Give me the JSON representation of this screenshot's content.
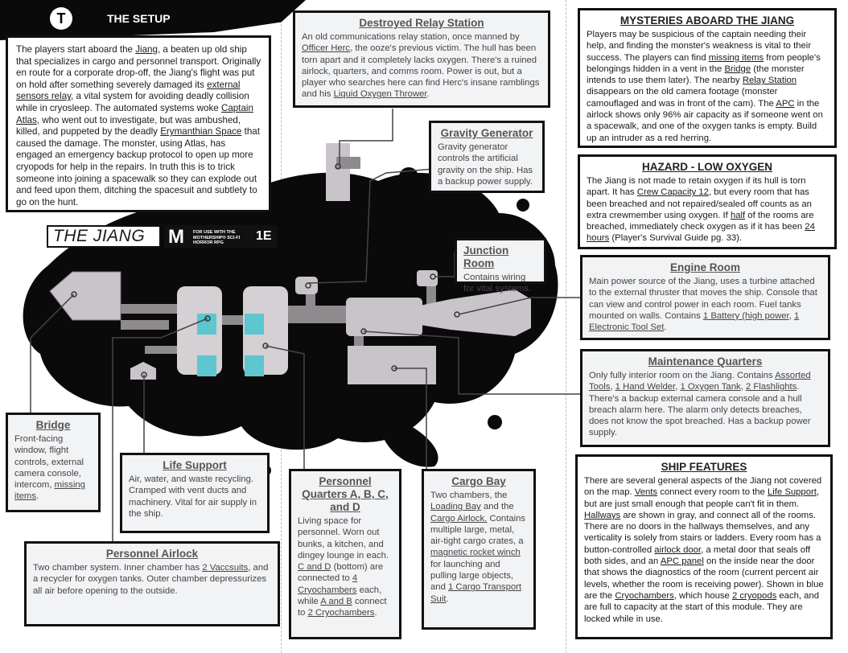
{
  "setup": {
    "logo_glyph": "T",
    "heading": "THE SETUP",
    "paragraph": [
      {
        "t": "The players start aboard the "
      },
      {
        "t": "Jiang",
        "u": true
      },
      {
        "t": ", a beaten up old ship that specializes in cargo and personnel transport. Originally en route for a corporate drop-off, the Jiang's flight was put on hold after something severely damaged its "
      },
      {
        "t": "external sensors relay",
        "u": true
      },
      {
        "t": ", a vital system for avoiding deadly collision while in cryosleep. The automated systems woke "
      },
      {
        "t": "Captain Atlas",
        "u": true
      },
      {
        "t": ", who went out to investigate, but was ambushed, killed, and puppeted by the deadly "
      },
      {
        "t": "Erymanthian Space",
        "u": true
      },
      {
        "t": " that caused the damage. The monster, using Atlas, has engaged an emergency backup protocol to open up more cryopods for help in the repairs. In truth this is to trick someone into joining a spacewalk so they can explode out and feed upon them, ditching the spacesuit and subtlety to go on the hunt."
      }
    ]
  },
  "map": {
    "ship_name": "THE JIANG",
    "badge_letter": "M",
    "badge_text": "FOR USE WITH THE MOTHERSHIP® SCI-FI HORROR RPG",
    "badge_edition": "1E"
  },
  "relay": {
    "title": "Destroyed Relay Station",
    "paragraph": [
      {
        "t": "An old communications relay station, once manned by "
      },
      {
        "t": "Officer Herc",
        "u": true
      },
      {
        "t": ", the ooze's previous victim. The hull has been torn apart and it completely lacks oxygen. There's a ruined airlock, quarters, and comms room. Power is out, but a player who searches here can find Herc's insane ramblings and his "
      },
      {
        "t": "Liquid Oxygen Thrower",
        "u": true
      },
      {
        "t": "."
      }
    ]
  },
  "gravity": {
    "title": "Gravity Generator",
    "paragraph": [
      {
        "t": "Gravity generator controls the artificial gravity on the ship. Has a backup power supply."
      }
    ]
  },
  "junction": {
    "title": "Junction Room",
    "paragraph": [
      {
        "t": "Contains wiring for vital systems."
      }
    ]
  },
  "mysteries": {
    "title": "MYSTERIES ABOARD THE JIANG",
    "paragraph": [
      {
        "t": "Players may be suspicious of the captain needing their help, and finding the monster's weakness is vital to their success. The players can find "
      },
      {
        "t": "missing items",
        "u": true
      },
      {
        "t": " from people's belongings hidden in a vent in the "
      },
      {
        "t": "Bridge",
        "u": true
      },
      {
        "t": " (the monster intends to use them later). The nearby "
      },
      {
        "t": "Relay Station",
        "u": true
      },
      {
        "t": " disappears on the old camera footage (monster camouflaged and was in front of the cam). The "
      },
      {
        "t": "APC",
        "u": true
      },
      {
        "t": " in the airlock shows only 96% air capacity as if someone went on a spacewalk, and one of the oxygen tanks is empty. Build up an intruder as a red herring."
      }
    ]
  },
  "hazard": {
    "title": "HAZARD - LOW OXYGEN",
    "paragraph": [
      {
        "t": "The Jiang is not made to retain oxygen if its hull is torn apart. It has "
      },
      {
        "t": "Crew Capacity 12",
        "u": true
      },
      {
        "t": ", but every room that has been breached and not repaired/sealed off counts as an extra crewmember using oxygen. If "
      },
      {
        "t": "half",
        "u": true
      },
      {
        "t": " of the rooms are breached, immediately check oxygen as if it has been "
      },
      {
        "t": "24 hours",
        "u": true
      },
      {
        "t": " (Player's Survival Guide pg. 33)."
      }
    ]
  },
  "engine": {
    "title": "Engine Room",
    "paragraph": [
      {
        "t": "Main power source of the Jiang, uses a turbine attached to the external thruster that moves the ship. Console that can view and control power in each room. Fuel tanks mounted on walls. Contains "
      },
      {
        "t": "1 Battery (high power",
        "u": true
      },
      {
        "t": ", "
      },
      {
        "t": "1 Electronic Tool Set",
        "u": true
      },
      {
        "t": "."
      }
    ]
  },
  "maintenance": {
    "title": "Maintenance Quarters",
    "paragraph": [
      {
        "t": "Only fully interior room on the Jiang. Contains "
      },
      {
        "t": "Assorted Tools",
        "u": true
      },
      {
        "t": ", "
      },
      {
        "t": "1 Hand Welder",
        "u": true
      },
      {
        "t": ", "
      },
      {
        "t": "1 Oxygen Tank",
        "u": true
      },
      {
        "t": ", "
      },
      {
        "t": "2 Flashlights",
        "u": true
      },
      {
        "t": ". There's a backup external camera console and a hull breach alarm here. The alarm only detects breaches, does not know the spot breached. Has a backup power supply."
      }
    ]
  },
  "bridge": {
    "title": "Bridge",
    "paragraph": [
      {
        "t": "Front-facing window, flight controls, external camera console, intercom, "
      },
      {
        "t": "missing items",
        "u": true
      },
      {
        "t": "."
      }
    ]
  },
  "life_support": {
    "title": "Life Support",
    "paragraph": [
      {
        "t": "Air, water, and waste recycling. Cramped with vent ducts and machinery. Vital for air supply in the ship."
      }
    ]
  },
  "airlock": {
    "title": "Personnel Airlock",
    "paragraph": [
      {
        "t": "Two chamber system. Inner chamber has "
      },
      {
        "t": "2 Vaccsuits",
        "u": true
      },
      {
        "t": ", and a recycler for oxygen tanks. Outer chamber depressurizes all air before opening to the outside."
      }
    ]
  },
  "quarters": {
    "title": "Personnel Quarters A, B, C, and D",
    "paragraph": [
      {
        "t": "Living space for personnel. Worn out bunks, a kitchen, and dingey lounge in each. "
      },
      {
        "t": "C and D",
        "u": true
      },
      {
        "t": " (bottom) are connected to "
      },
      {
        "t": "4 Cryochambers",
        "u": true
      },
      {
        "t": " each, while "
      },
      {
        "t": "A and B",
        "u": true
      },
      {
        "t": " connect to "
      },
      {
        "t": "2 Cryochambers",
        "u": true
      },
      {
        "t": "."
      }
    ]
  },
  "cargo": {
    "title": "Cargo Bay",
    "paragraph": [
      {
        "t": "Two chambers, the "
      },
      {
        "t": "Loading Bay",
        "u": true
      },
      {
        "t": " and the "
      },
      {
        "t": "Cargo Airlock.",
        "u": true
      },
      {
        "t": " Contains multiple large, metal, air-tight cargo crates, a "
      },
      {
        "t": "magnetic rocket winch",
        "u": true
      },
      {
        "t": " for launching and pulling large objects, and "
      },
      {
        "t": "1 Cargo Transport Suit",
        "u": true
      },
      {
        "t": "."
      }
    ]
  },
  "features": {
    "title": "SHIP FEATURES",
    "paragraph": [
      {
        "t": "There are several general aspects of the Jiang not covered on the map. "
      },
      {
        "t": "Vents",
        "u": true
      },
      {
        "t": " connect every room to the "
      },
      {
        "t": "Life Support",
        "u": true
      },
      {
        "t": ", but are just small enough that people can't fit in them. "
      },
      {
        "t": "Hallways",
        "u": true
      },
      {
        "t": " are shown in gray, and connect all of the rooms. There are no doors in the hallways themselves, and any verticality is solely from stairs or ladders. Every room has a button-controlled "
      },
      {
        "t": "airlock door",
        "u": true
      },
      {
        "t": ", a metal door that seals off both sides, and an "
      },
      {
        "t": "APC panel",
        "u": true
      },
      {
        "t": " on the inside near the door that shows the diagnostics of the room (current percent air levels, whether the room is receiving power). Shown in blue are the "
      },
      {
        "t": "Cryochambers",
        "u": true
      },
      {
        "t": ", which house "
      },
      {
        "t": "2 cryopods",
        "u": true
      },
      {
        "t": " each, and are full to capacity at the start of this module. They are locked while in use."
      }
    ]
  },
  "colors": {
    "ink": "#111111",
    "hull": "#c9c4c9",
    "hallway": "#8e8a8e",
    "cryo": "#5ec6cf",
    "panel_grey": "#f2f3f5"
  }
}
